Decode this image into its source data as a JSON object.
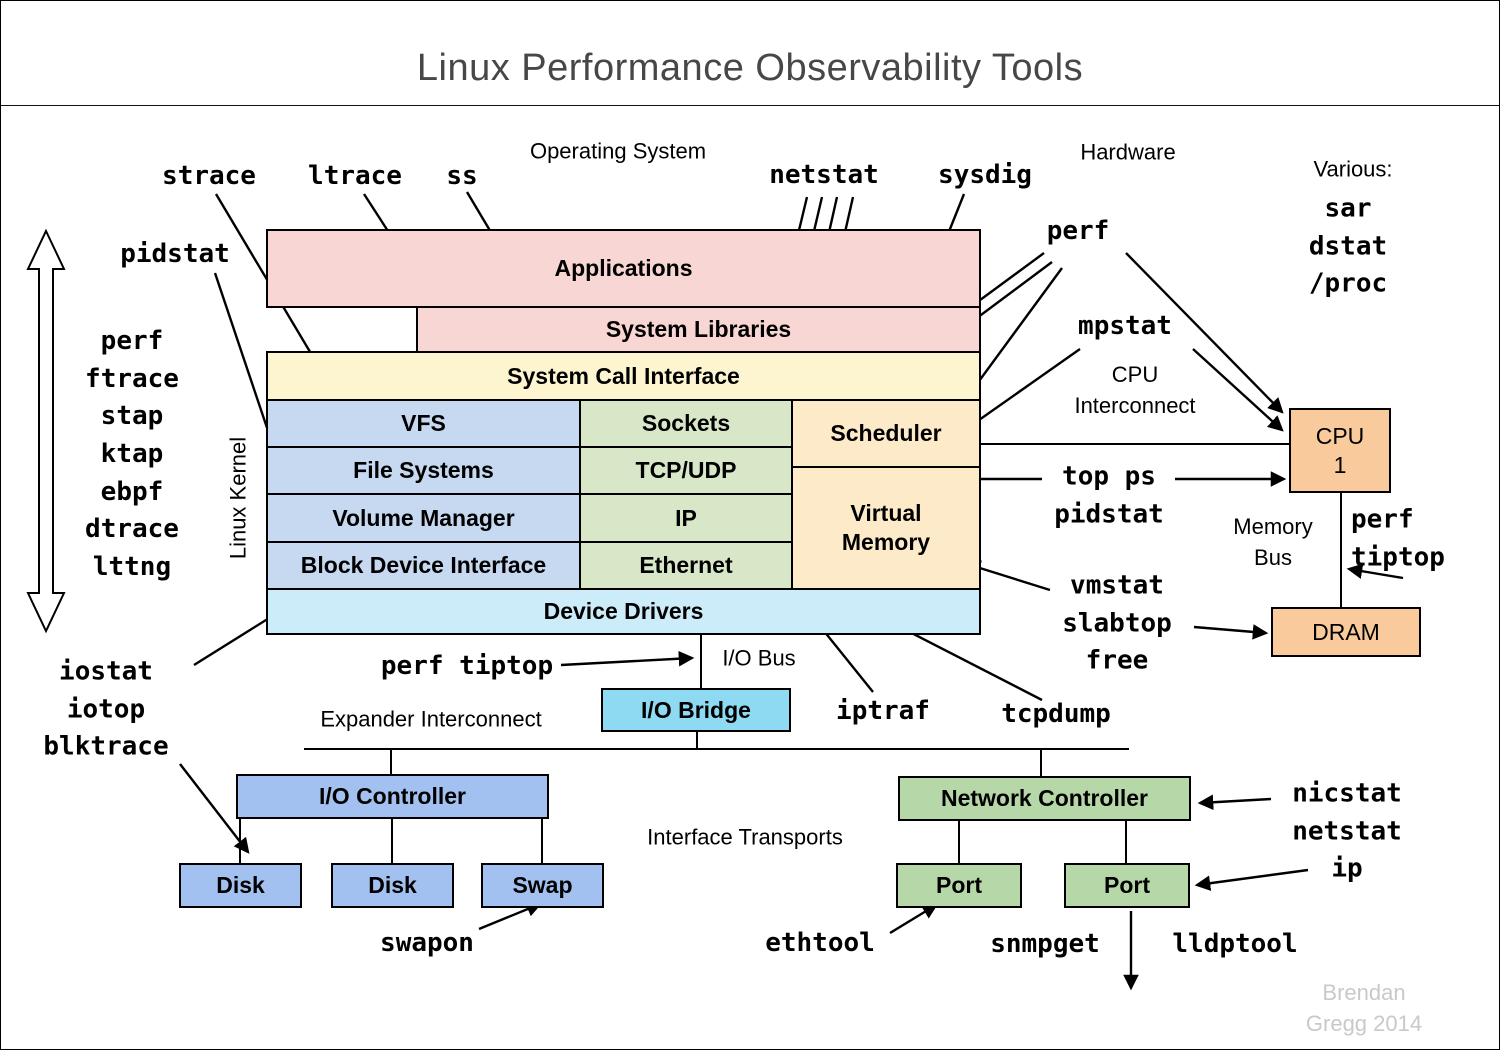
{
  "title": "Linux Performance Observability Tools",
  "watermark": "Brendan Gregg 2014",
  "labels": {
    "operating_system": "Operating System",
    "hardware": "Hardware",
    "various": "Various:",
    "linux_kernel": "Linux Kernel",
    "cpu_interconnect": "CPU\nInterconnect",
    "memory_bus": "Memory\nBus",
    "io_bus": "I/O Bus",
    "expander_interconnect": "Expander Interconnect",
    "interface_transports": "Interface Transports"
  },
  "stack": {
    "applications": "Applications",
    "system_libraries": "System Libraries",
    "system_call_interface": "System Call Interface",
    "vfs": "VFS",
    "file_systems": "File Systems",
    "volume_manager": "Volume Manager",
    "block_device_interface": "Block Device Interface",
    "sockets": "Sockets",
    "tcp_udp": "TCP/UDP",
    "ip": "IP",
    "ethernet": "Ethernet",
    "scheduler": "Scheduler",
    "virtual_memory": "Virtual\nMemory",
    "device_drivers": "Device Drivers"
  },
  "hardware": {
    "cpu": "CPU\n1",
    "dram": "DRAM",
    "io_bridge": "I/O Bridge",
    "io_controller": "I/O Controller",
    "disk1": "Disk",
    "disk2": "Disk",
    "swap": "Swap",
    "network_controller": "Network Controller",
    "port1": "Port",
    "port2": "Port"
  },
  "tools": {
    "strace": "strace",
    "ltrace": "ltrace",
    "ss": "ss",
    "netstat": "netstat",
    "sysdig": "sysdig",
    "perf": "perf",
    "mpstat": "mpstat",
    "pidstat": "pidstat",
    "various_list": "sar\ndstat\n/proc",
    "tracers": "perf\nftrace\nstap\nktap\nebpf\ndtrace\nlttng",
    "block_tools": "iostat\niotop\nblktrace",
    "perf_tiptop_io": "perf tiptop",
    "iptraf": "iptraf",
    "tcpdump": "tcpdump",
    "cpu_tools": "top ps\npidstat",
    "memory_tools": "vmstat\nslabtop\nfree",
    "perf_tiptop_mem": "perf\ntiptop",
    "swapon": "swapon",
    "ethtool": "ethtool",
    "snmpget": "snmpget",
    "lldptool": "lldptool",
    "nic_tools": "nicstat\nnetstat\nip"
  },
  "colors": {
    "app_pink": "#f8d6d3",
    "syscall_yellow": "#fdf5d0",
    "file_blue": "#c7d9f1",
    "net_green": "#d7e7c8",
    "sched_orange": "#fdeac8",
    "driver_cyan": "#cdecf9",
    "bridge_cyan": "#8edaf2",
    "device_blue": "#a2c1f0",
    "device_green": "#b6d7a8",
    "hw_orange": "#f9cb9c"
  }
}
